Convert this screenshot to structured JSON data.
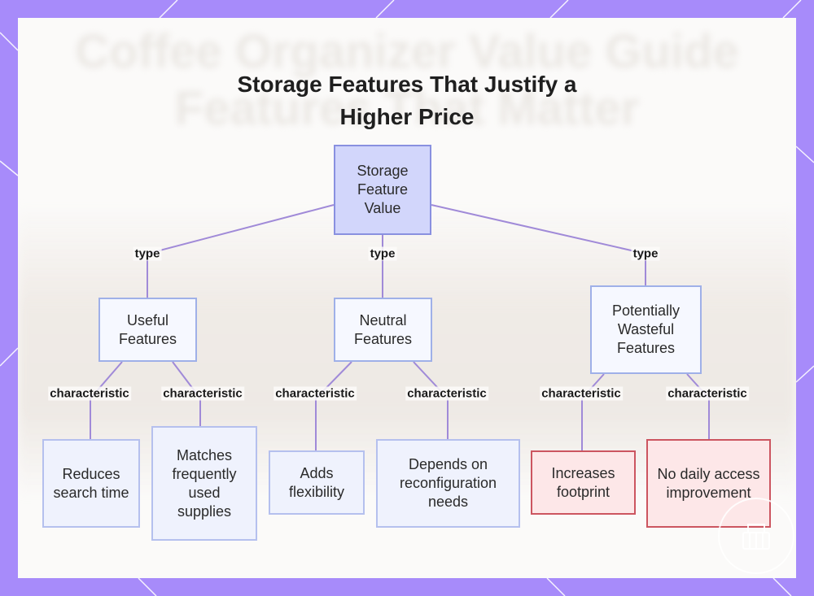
{
  "title_lines": [
    "Storage Features That Justify a",
    "Higher Price"
  ],
  "background_text": [
    "Coffee Organizer Value Guide",
    "Features That Matter"
  ],
  "nodes": {
    "root": "Storage Feature Value",
    "useful": "Useful Features",
    "neutral": "Neutral Features",
    "wasteful": "Potentially Wasteful Features",
    "reduces": "Reduces search time",
    "matches": "Matches frequently used supplies",
    "adds": "Adds flexibility",
    "depends": "Depends on reconfiguration needs",
    "increases": "Increases footprint",
    "nodaily": "No daily access improvement"
  },
  "edge_labels": {
    "type": "type",
    "characteristic": "characteristic"
  },
  "colors": {
    "frame": "#a78bfa",
    "edge": "#a08ad8",
    "root_fill": "#d2d6fb",
    "warn_border": "#cc5560",
    "warn_fill": "#fde7e8"
  }
}
